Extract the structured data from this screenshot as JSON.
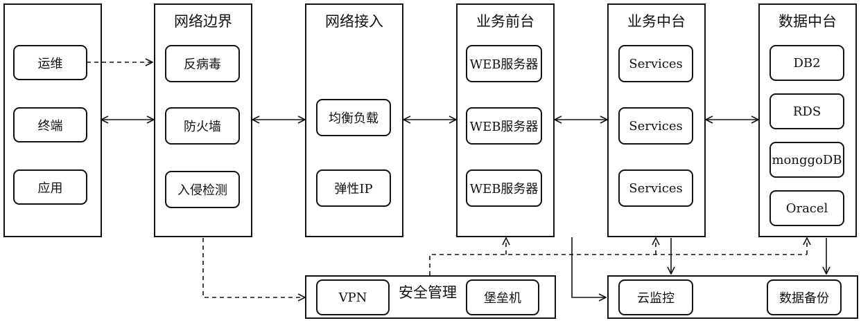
{
  "diagram": {
    "columns": {
      "clients": {
        "title": "",
        "nodes": [
          "运维",
          "终端",
          "应用"
        ]
      },
      "network_edge": {
        "title": "网络边界",
        "nodes": [
          "反病毒",
          "防火墙",
          "入侵检测"
        ]
      },
      "network_access": {
        "title": "网络接入",
        "nodes": [
          "均衡负载",
          "弹性IP"
        ]
      },
      "business_front": {
        "title": "业务前台",
        "nodes": [
          "WEB服务器",
          "WEB服务器",
          "WEB服务器"
        ]
      },
      "business_middle": {
        "title": "业务中台",
        "nodes": [
          "Services",
          "Services",
          "Services"
        ]
      },
      "data_middle": {
        "title": "数据中台",
        "nodes": [
          "DB2",
          "RDS",
          "monggoDB",
          "Oracel"
        ]
      }
    },
    "security": {
      "title": "安全管理",
      "nodes": [
        "VPN",
        "堡垒机"
      ]
    },
    "ops": {
      "nodes": [
        "云监控",
        "数据备份"
      ]
    },
    "connectors": [
      {
        "from": "运维",
        "to": "反病毒",
        "style": "dashed",
        "direction": "forward"
      },
      {
        "from": "终端",
        "to": "防火墙",
        "style": "solid",
        "direction": "both"
      },
      {
        "from": "防火墙",
        "to": "均衡负载",
        "style": "solid",
        "direction": "both"
      },
      {
        "from": "均衡负载",
        "to": "WEB服务器",
        "style": "solid",
        "direction": "both"
      },
      {
        "from": "WEB服务器",
        "to": "Services",
        "style": "solid",
        "direction": "both"
      },
      {
        "from": "Services",
        "to": "数据中台",
        "style": "solid",
        "direction": "both"
      },
      {
        "from": "网络边界",
        "to": "VPN",
        "style": "dashed",
        "direction": "forward"
      },
      {
        "from": "安全管理",
        "to": "业务前台",
        "style": "dashed",
        "direction": "forward"
      },
      {
        "from": "安全管理",
        "to": "业务中台",
        "style": "dashed",
        "direction": "forward"
      },
      {
        "from": "安全管理",
        "to": "数据中台",
        "style": "dashed",
        "direction": "forward"
      },
      {
        "from": "业务前台",
        "to": "云监控",
        "style": "solid",
        "direction": "forward"
      },
      {
        "from": "业务中台",
        "to": "云监控",
        "style": "solid",
        "direction": "forward"
      },
      {
        "from": "数据中台",
        "to": "数据备份",
        "style": "solid",
        "direction": "forward"
      }
    ]
  }
}
